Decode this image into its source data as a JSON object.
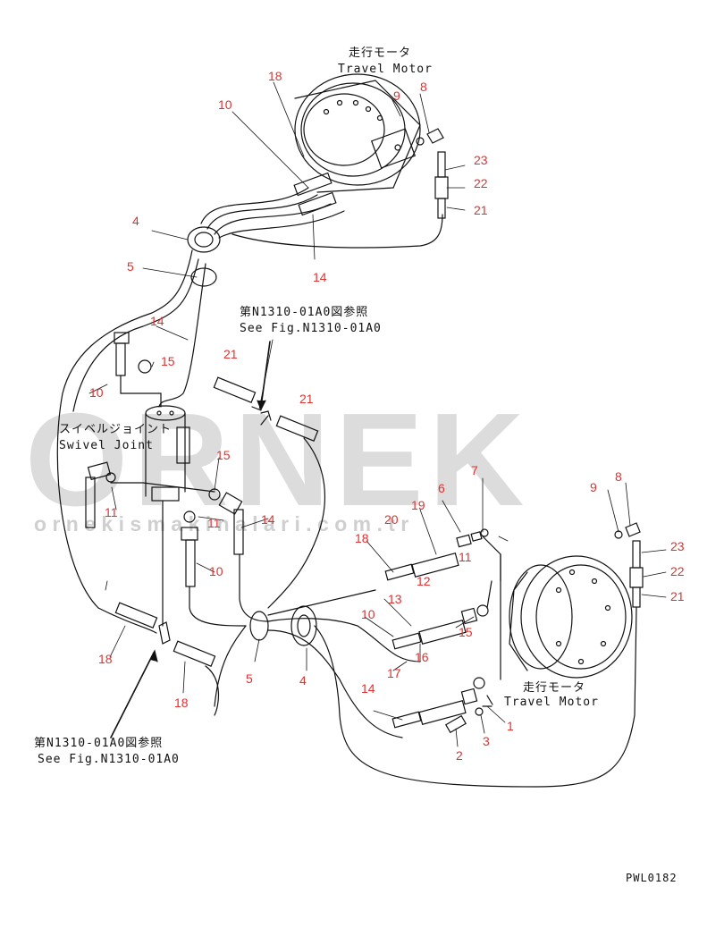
{
  "watermark": {
    "brand": "ORNEK",
    "site": "o r n e k i s m a k i n a l a r i . c o m . t r"
  },
  "drawing_code": "PWL0182",
  "notes": {
    "travel_motor_jp": "走行モータ",
    "travel_motor_en": "Travel Motor",
    "swivel_joint_jp": "スイベルジョイント",
    "swivel_joint_en": "Swivel Joint",
    "ref_jp": "第N1310-01A0図参照",
    "ref_en": "See Fig.N1310-01A0"
  },
  "part_labels": [
    "1",
    "2",
    "3",
    "4",
    "5",
    "6",
    "7",
    "8",
    "9",
    "10",
    "11",
    "12",
    "13",
    "14",
    "15",
    "16",
    "17",
    "18",
    "19",
    "20",
    "21",
    "22",
    "23"
  ],
  "colors": {
    "label": "#e3302f",
    "line": "#111111",
    "watermark": "#dcdcdc"
  }
}
